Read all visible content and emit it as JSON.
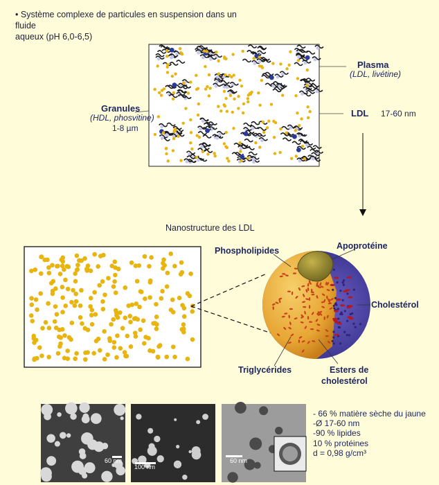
{
  "intro": {
    "bullet": "•",
    "line1": "Système complexe de particules en suspension dans un fluide",
    "line2": "aqueux  (pH 6,0-6,5)"
  },
  "top_labels": {
    "plasma": "Plasma",
    "plasma_sub": "(LDL, livétine)",
    "granules": "Granules",
    "granules_sub": "(HDL, phosvitine)",
    "granules_size": "1-8 µm",
    "ldl": "LDL",
    "ldl_size": "17-60 nm"
  },
  "nano_title": "Nanostructure des LDL",
  "sphere_labels": {
    "phospholipides": "Phospholipides",
    "apoproteine": "Apoprotéine",
    "cholesterol": "Cholestérol",
    "triglycerides": "Triglycérides",
    "esters_line1": "Esters de",
    "esters_line2": "cholestérol"
  },
  "micrographs": {
    "scale1": "60 nm",
    "scale2": "100 nm",
    "scale3": "60 nm"
  },
  "properties": [
    "- 66 % matière sèche du jaune",
    "-Ø 17-60 nm",
    "-90 % lipides",
    "10 % protéines",
    "d = 0,98 g/cm³"
  ],
  "colors": {
    "background": "#fffdd9",
    "particle": "#e8b410",
    "label": "#1e2660",
    "cholesterol_blue": "#4f46a6"
  }
}
